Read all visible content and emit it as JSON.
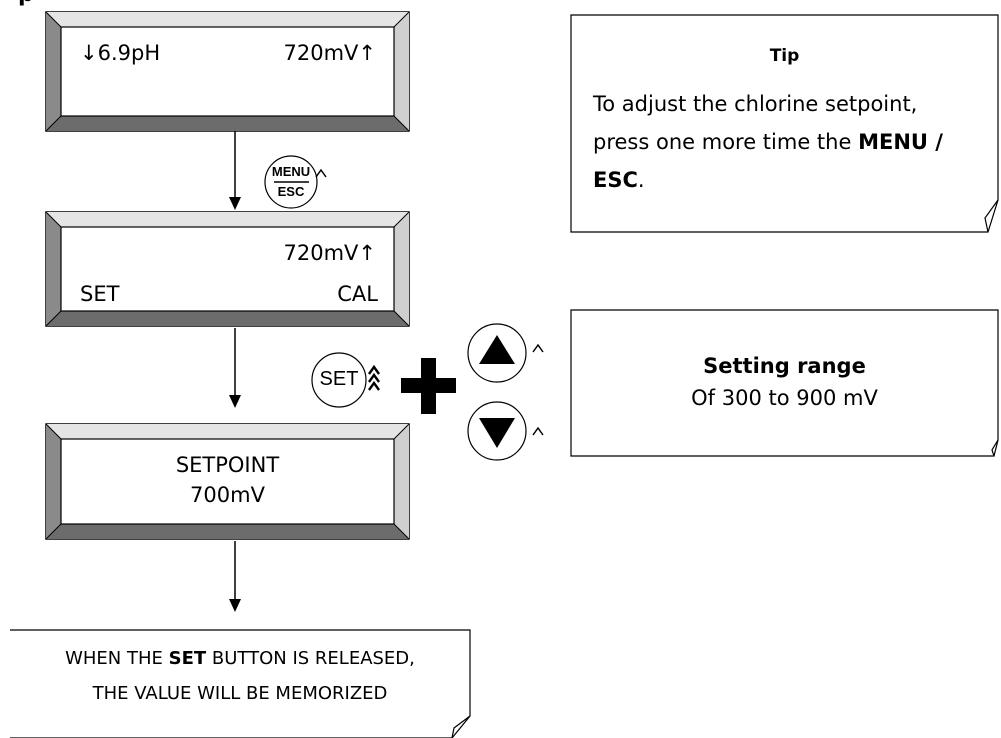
{
  "heading_partial": "p",
  "lcd1": {
    "left": "↓6.9pH",
    "right": "720mV↑"
  },
  "lcd2": {
    "right": "720mV↑",
    "set": "SET",
    "cal": "CAL"
  },
  "lcd3": {
    "line1": "SETPOINT",
    "line2": "700mV"
  },
  "buttons": {
    "menu_top": "MENU",
    "menu_bottom": "ESC",
    "set": "SET"
  },
  "tip": {
    "title": "Tip",
    "text_plain": "To adjust the chlorine setpoint, press one more time the",
    "text_bold": "MENU / ESC",
    "text_end": "."
  },
  "range": {
    "title": "Setting range",
    "text": "Of 300 to 900 mV"
  },
  "memo": {
    "pre": "WHEN THE",
    "bold": "SET",
    "post": "BUTTON IS RELEASED,",
    "line2": "THE VALUE WILL BE MEMORIZED"
  }
}
